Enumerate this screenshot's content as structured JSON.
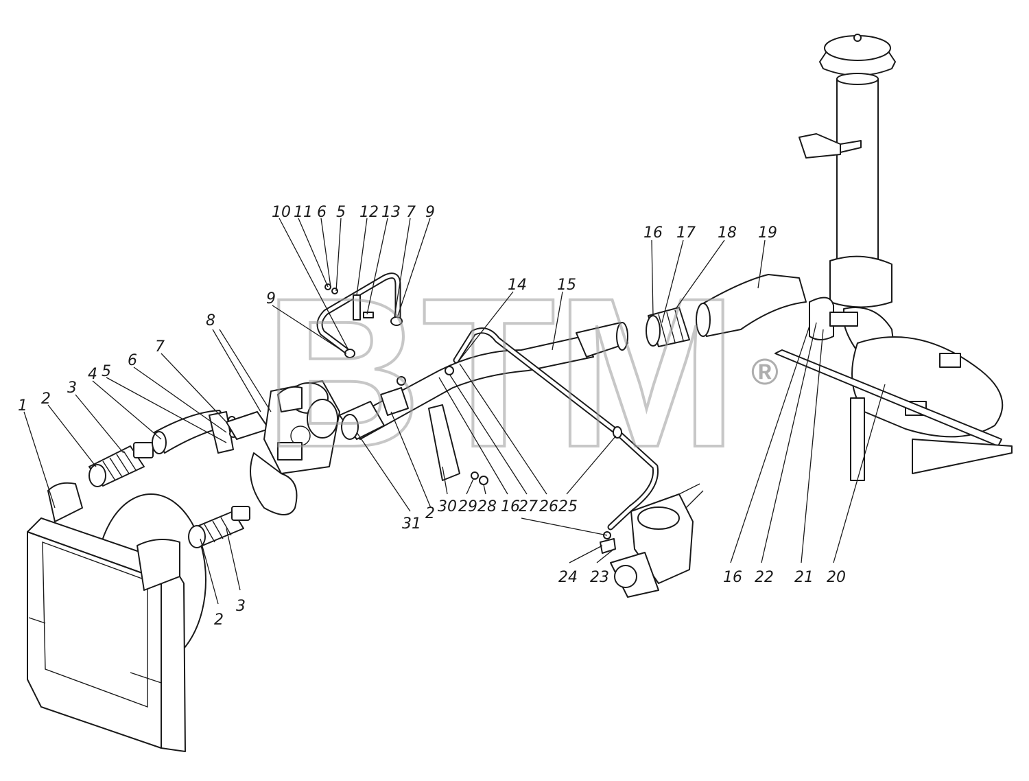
{
  "watermark": {
    "text": "BTM",
    "registered": "®"
  },
  "callouts": [
    {
      "id": "c-1",
      "label": "1"
    },
    {
      "id": "c-2a",
      "label": "2"
    },
    {
      "id": "c-3a",
      "label": "3"
    },
    {
      "id": "c-4",
      "label": "4"
    },
    {
      "id": "c-5a",
      "label": "5"
    },
    {
      "id": "c-6a",
      "label": "6"
    },
    {
      "id": "c-7a",
      "label": "7"
    },
    {
      "id": "c-8",
      "label": "8"
    },
    {
      "id": "c-10",
      "label": "10"
    },
    {
      "id": "c-11",
      "label": "11"
    },
    {
      "id": "c-6b",
      "label": "6"
    },
    {
      "id": "c-5b",
      "label": "5"
    },
    {
      "id": "c-12",
      "label": "12"
    },
    {
      "id": "c-13",
      "label": "13"
    },
    {
      "id": "c-7b",
      "label": "7"
    },
    {
      "id": "c-9a",
      "label": "9"
    },
    {
      "id": "c-9b",
      "label": "9"
    },
    {
      "id": "c-14",
      "label": "14"
    },
    {
      "id": "c-15",
      "label": "15"
    },
    {
      "id": "c-16a",
      "label": "16"
    },
    {
      "id": "c-17",
      "label": "17"
    },
    {
      "id": "c-18",
      "label": "18"
    },
    {
      "id": "c-19",
      "label": "19"
    },
    {
      "id": "c-31",
      "label": "31"
    },
    {
      "id": "c-2b",
      "label": "2"
    },
    {
      "id": "c-30",
      "label": "30"
    },
    {
      "id": "c-29",
      "label": "29"
    },
    {
      "id": "c-28",
      "label": "28"
    },
    {
      "id": "c-16b",
      "label": "16"
    },
    {
      "id": "c-27",
      "label": "27"
    },
    {
      "id": "c-26",
      "label": "26"
    },
    {
      "id": "c-25",
      "label": "25"
    },
    {
      "id": "c-24",
      "label": "24"
    },
    {
      "id": "c-23",
      "label": "23"
    },
    {
      "id": "c-2c",
      "label": "2"
    },
    {
      "id": "c-3b",
      "label": "3"
    },
    {
      "id": "c-16c",
      "label": "16"
    },
    {
      "id": "c-22",
      "label": "22"
    },
    {
      "id": "c-21",
      "label": "21"
    },
    {
      "id": "c-20",
      "label": "20"
    }
  ]
}
